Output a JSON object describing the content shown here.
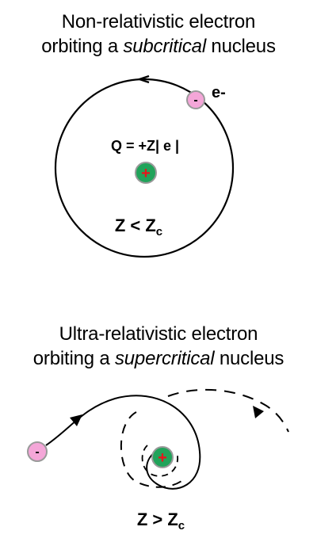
{
  "top_panel": {
    "title_line1": "Non-relativistic  electron",
    "title_line2_prefix": "orbiting a ",
    "title_line2_emph": "subcritical",
    "title_line2_suffix": " nucleus",
    "electron_label": "e-",
    "charge_label": "Q = +Z| e |",
    "condition_main": "Z < Z",
    "condition_sub": "c",
    "electron_sign": "-",
    "nucleus_sign": "+"
  },
  "bottom_panel": {
    "title_line1": "Ultra-relativistic electron",
    "title_line2_prefix": "orbiting a ",
    "title_line2_emph": "supercritical",
    "title_line2_suffix": " nucleus",
    "condition_main": "Z > Z",
    "condition_sub": "c",
    "electron_sign": "-",
    "nucleus_sign": "+"
  },
  "colors": {
    "electron_fill": "#f4a6d8",
    "nucleus_fill": "#21a35a",
    "nucleus_sign": "#e8151b",
    "particle_outline": "#9a9a9a"
  }
}
